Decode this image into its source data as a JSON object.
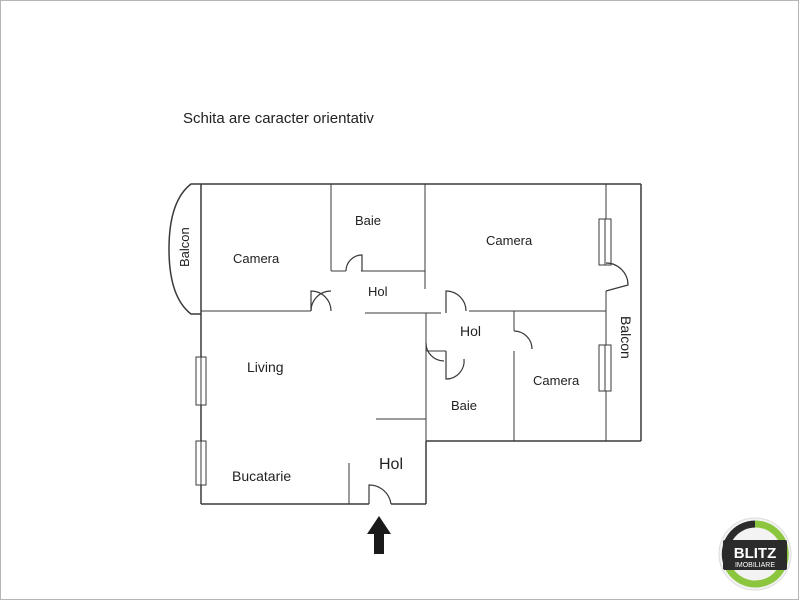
{
  "note": "Schita are caracter orientativ",
  "rooms": {
    "balcon_left": "Balcon",
    "camera_left": "Camera",
    "baie_top": "Baie",
    "camera_top_right": "Camera",
    "hol_small": "Hol",
    "hol_middle": "Hol",
    "balcon_right": "Balcon",
    "living": "Living",
    "baie_bottom": "Baie",
    "camera_bottom_right": "Camera",
    "bucatarie": "Bucatarie",
    "hol_entrance": "Hol"
  },
  "logo": {
    "brand": "BLITZ",
    "sub": "IMOBILIARE",
    "ring_color": "#8cc63f",
    "dark_color": "#2b2b2b"
  },
  "colors": {
    "wall": "#3a3a3a",
    "text": "#222222"
  }
}
